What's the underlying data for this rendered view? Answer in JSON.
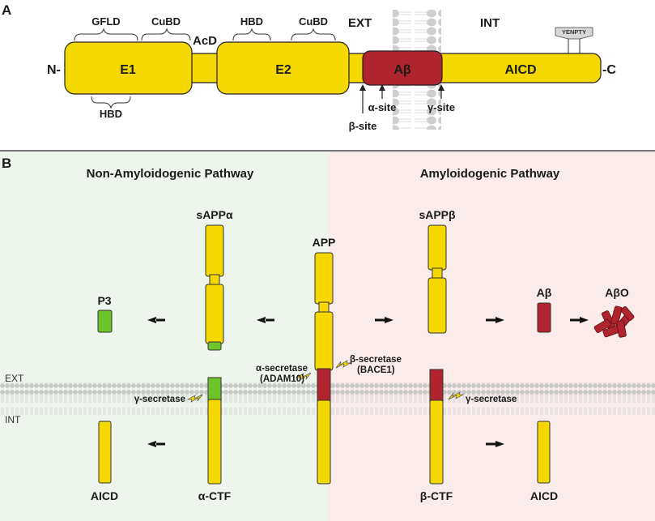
{
  "panel_a": {
    "panel_label": "A",
    "n_term": "N-",
    "c_term": "-C",
    "domains": {
      "e1": "E1",
      "e2": "E2",
      "abeta": "Aβ",
      "aicd": "AICD"
    },
    "bracket_labels": {
      "gfld": "GFLD",
      "cubd_1": "CuBD",
      "hbd_top": "HBD",
      "cubd_2": "CuBD",
      "hbd_bottom": "HBD",
      "acd": "AcD"
    },
    "membrane_sides": {
      "ext": "EXT",
      "int": "INT"
    },
    "motif": "YENPTY",
    "sites": {
      "alpha": "α-site",
      "beta": "β-site",
      "gamma": "γ-site"
    }
  },
  "panel_b": {
    "panel_label": "B",
    "pathways": {
      "non_amyloidogenic": "Non-Amyloidogenic Pathway",
      "amyloidogenic": "Amyloidogenic Pathway"
    },
    "membrane_sides": {
      "ext": "EXT",
      "int": "INT"
    },
    "fragments": {
      "sappa": "sAPPα",
      "app": "APP",
      "sappb": "sAPPβ",
      "p3": "P3",
      "abeta": "Aβ",
      "abeta_o": "AβO",
      "actf": "α-CTF",
      "bctf": "β-CTF",
      "aicd_left": "AICD",
      "aicd_right": "AICD"
    },
    "enzymes": {
      "alpha_secretase": "α-secretase",
      "adam10": "(ADAM10)",
      "beta_secretase": "β-secretase",
      "bace1": "(BACE1)",
      "gamma_left": "γ-secretase",
      "gamma_right": "γ-secretase"
    }
  },
  "colors": {
    "app_yellow": "#f5d800",
    "abeta_red": "#b0242e",
    "p3_green": "#6cc32a",
    "non_amyloid_bg": "#eef5ec",
    "amyloid_bg": "#fbecec",
    "membrane_grey": "#c8c8c8"
  }
}
